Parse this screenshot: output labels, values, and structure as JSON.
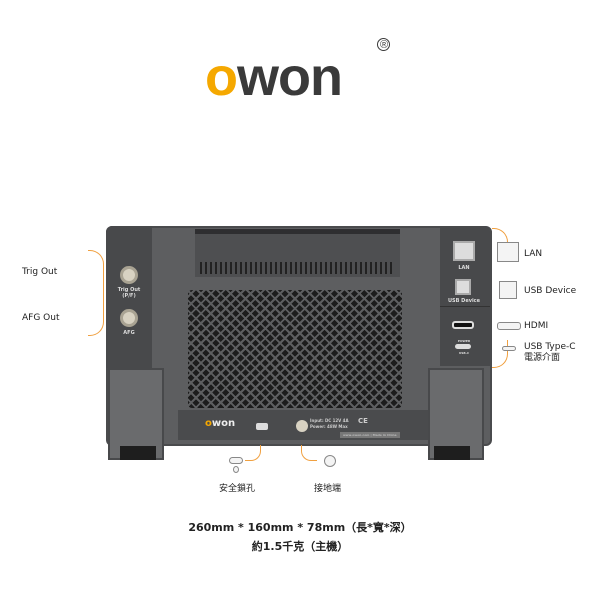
{
  "logo": {
    "text_o": "o",
    "text_rest": "WON",
    "registered": "®"
  },
  "device": {
    "left_panel": {
      "trig_out": "Trig Out",
      "trig_out_sub": "(P/F)",
      "afg": "AFG"
    },
    "right_panel": {
      "lan": "LAN",
      "usb_device": "USB Device",
      "power": "POWER",
      "usb_c": "USB-C"
    },
    "bottom": {
      "brand": "owon",
      "input": "Input: DC 12V 4A",
      "power": "Power: 48W Max",
      "website": "www.owon.com",
      "made_in": "Made in China",
      "ce": "CE"
    }
  },
  "callouts": {
    "left": [
      "Trig Out",
      "AFG Out"
    ],
    "right": [
      "LAN",
      "USB Device",
      "HDMI",
      "USB Type-C",
      "電源介面"
    ],
    "bottom": [
      "安全鎖孔",
      "接地端"
    ]
  },
  "specs": {
    "dimensions": "260mm * 160mm * 78mm（長*寬*深）",
    "weight": "約1.5千克（主機）"
  },
  "colors": {
    "accent": "#f5a800",
    "callout_line": "#f0a040",
    "body": "#5d5e60"
  }
}
